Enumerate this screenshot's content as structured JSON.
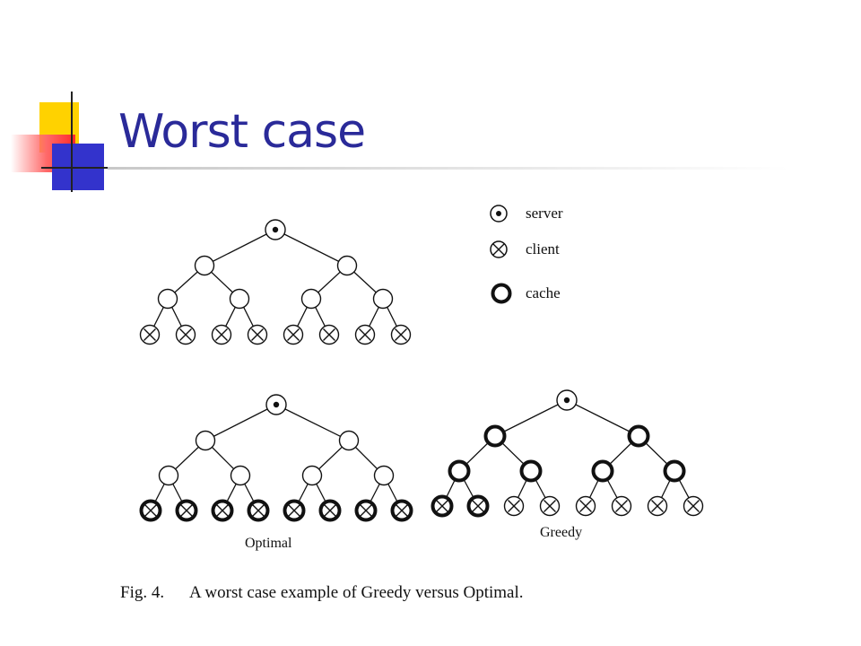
{
  "slide": {
    "title": "Worst case"
  },
  "legend": {
    "server": "server",
    "client": "client",
    "cache": "cache"
  },
  "trees": {
    "top": {
      "levels": [
        [
          "server"
        ],
        [
          "plain",
          "plain"
        ],
        [
          "plain",
          "plain",
          "plain",
          "plain"
        ],
        [
          "client",
          "client",
          "client",
          "client",
          "client",
          "client",
          "client",
          "client"
        ]
      ]
    },
    "optimal": {
      "label": "Optimal",
      "levels": [
        [
          "server"
        ],
        [
          "plain",
          "plain"
        ],
        [
          "plain",
          "plain",
          "plain",
          "plain"
        ],
        [
          "cache-client",
          "cache-client",
          "cache-client",
          "cache-client",
          "cache-client",
          "cache-client",
          "cache-client",
          "cache-client"
        ]
      ]
    },
    "greedy": {
      "label": "Greedy",
      "levels": [
        [
          "server"
        ],
        [
          "cache",
          "cache"
        ],
        [
          "cache",
          "cache",
          "cache",
          "cache"
        ],
        [
          "cache-client",
          "cache-client",
          "client",
          "client",
          "client",
          "client",
          "client",
          "client"
        ]
      ]
    }
  },
  "caption": {
    "fig_label": "Fig. 4.",
    "text": "A worst case example of Greedy versus Optimal."
  }
}
